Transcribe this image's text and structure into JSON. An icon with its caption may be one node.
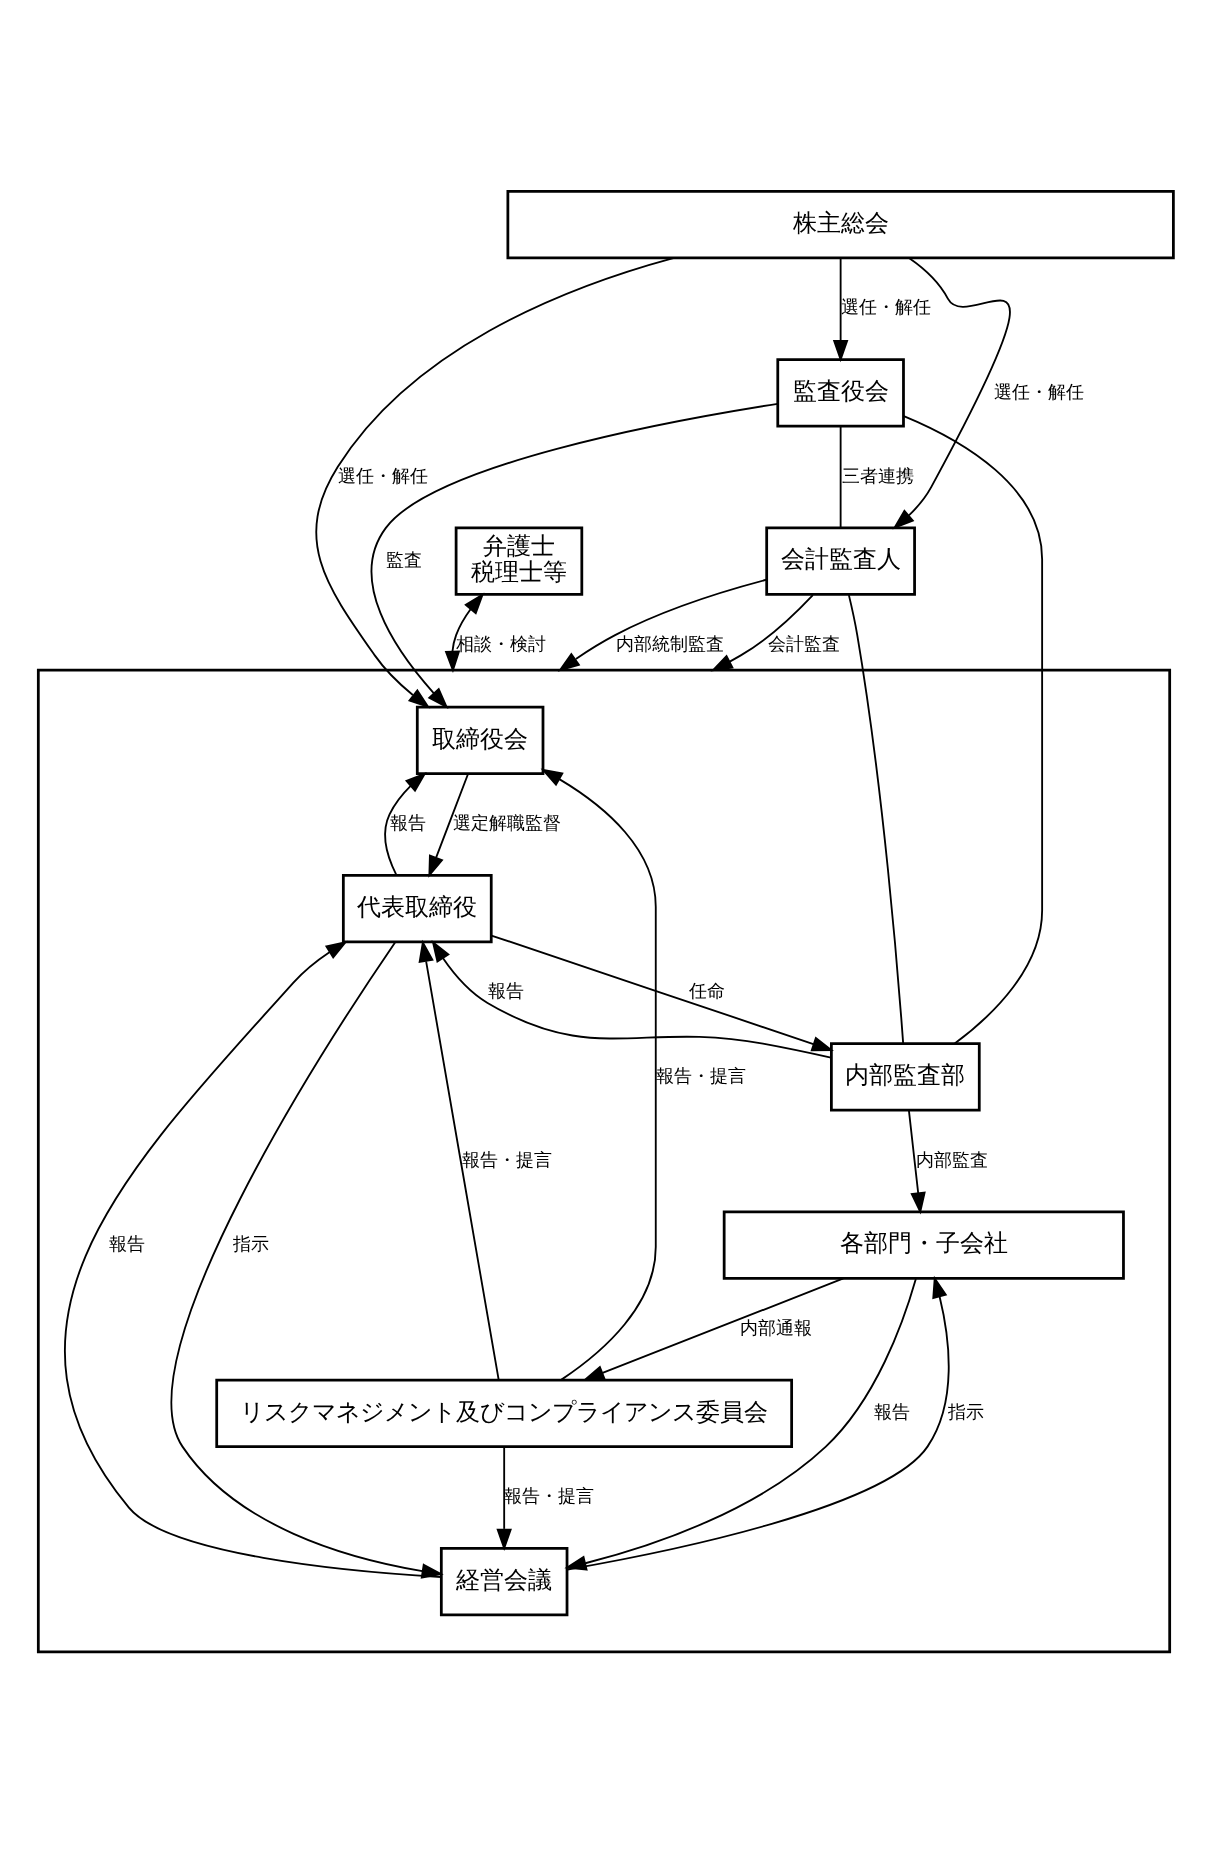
{
  "diagram": {
    "nodes": [
      {
        "text": [
          "株主総会"
        ]
      },
      {
        "text": [
          "監査役会"
        ]
      },
      {
        "text": [],
        "shape": "box"
      },
      {
        "text": [
          "取締役会"
        ],
        "in": 2
      },
      {
        "text": [
          "リスクマネジメント及びコンプライアンス委員会"
        ],
        "in": 2
      },
      {
        "text": [
          "会計監査人"
        ]
      },
      {
        "text": [
          "代表取締役"
        ],
        "in": 2
      },
      {
        "text": [
          "内部監査部"
        ],
        "in": 2
      },
      {
        "text": [
          "経営会議"
        ],
        "in": 2
      },
      {
        "text": [
          "弁護士",
          "税理士等"
        ]
      },
      {
        "text": [
          "各部門・子会社"
        ],
        "in": 2
      }
    ],
    "edges": [
      {
        "from": 0,
        "to": 5,
        "arrow": "to",
        "label": "選任・解任"
      },
      {
        "from": 0,
        "to": 1,
        "arrow": "to",
        "label": "選任・解任"
      },
      {
        "from": 0,
        "to": 3,
        "arrow": "to",
        "label": "選任・解任"
      },
      {
        "from": 1,
        "to": 3,
        "arrow": "to",
        "label": "監査"
      },
      {
        "from": 1,
        "to": 5,
        "arrow": "none",
        "label": "三者連携"
      },
      {
        "from": 1,
        "to": 7,
        "arrow": "none"
      },
      {
        "from": 5,
        "to": 7,
        "arrow": "none"
      },
      {
        "from": 5,
        "to": 2,
        "arrow": "to",
        "label": "会計監査"
      },
      {
        "from": 5,
        "to": 2,
        "arrow": "to",
        "label": "内部統制監査"
      },
      {
        "from": 4,
        "to": 3,
        "arrow": "to",
        "label": "報告・提言"
      },
      {
        "from": 3,
        "to": 6,
        "arrow": "to",
        "label": "選定解職監督"
      },
      {
        "from": 6,
        "to": 3,
        "arrow": "to",
        "label": "報告"
      },
      {
        "from": 7,
        "to": 6,
        "arrow": "to",
        "label": "報告"
      },
      {
        "from": 6,
        "to": 7,
        "arrow": "to",
        "label": "任命"
      },
      {
        "from": 4,
        "to": 6,
        "arrow": "to",
        "label": "報告・提言"
      },
      {
        "from": 8,
        "to": 6,
        "arrow": "to",
        "label": "報告"
      },
      {
        "from": 6,
        "to": 8,
        "arrow": "to",
        "label": "指示"
      },
      {
        "from": 4,
        "to": 8,
        "arrow": "to",
        "label": "報告・提言"
      },
      {
        "from": 7,
        "to": 10,
        "arrow": "to",
        "label": "内部監査"
      },
      {
        "from": 10,
        "to": 8,
        "arrow": "to",
        "label": "報告"
      },
      {
        "from": 8,
        "to": 10,
        "arrow": "to",
        "label": "指示"
      },
      {
        "from": 9,
        "to": 2,
        "arrow": "both",
        "label": "相談・検討"
      },
      {
        "from": 10,
        "to": 4,
        "arrow": "to",
        "label": "内部通報"
      }
    ]
  }
}
